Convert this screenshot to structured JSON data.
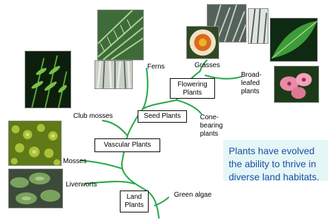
{
  "nodes": {
    "ferns": "Ferns",
    "grasses": "Grasses",
    "broadleafed": [
      "Broad-",
      "leafed",
      "plants"
    ],
    "flowering": [
      "Flowering",
      "Plants"
    ],
    "club_mosses": "Club mosses",
    "seed_plants": "Seed Plants",
    "cone_bearing": [
      "Cone-",
      "bearing",
      "plants"
    ],
    "vascular": "Vascular Plants",
    "mosses": "Mosses",
    "liverworts": "Liverworts",
    "land": [
      "Land",
      "Plants"
    ],
    "green_algae": "Green algae"
  },
  "callout": {
    "lines": [
      "Plants have evolved",
      "the ability to thrive in",
      "diverse land habitats."
    ]
  },
  "colors": {
    "branch": "#2aa84a",
    "callout_bg": "#e5f6f6",
    "callout_text": "#1a4fa8"
  },
  "photos": [
    "club-moss-photo",
    "fern-photo",
    "fern-stem-photo",
    "grass-photo",
    "daffodil-photo",
    "grass-blades-photo",
    "broadleaf-photo",
    "pink-flower-photo",
    "moss-photo",
    "liverwort-photo"
  ]
}
